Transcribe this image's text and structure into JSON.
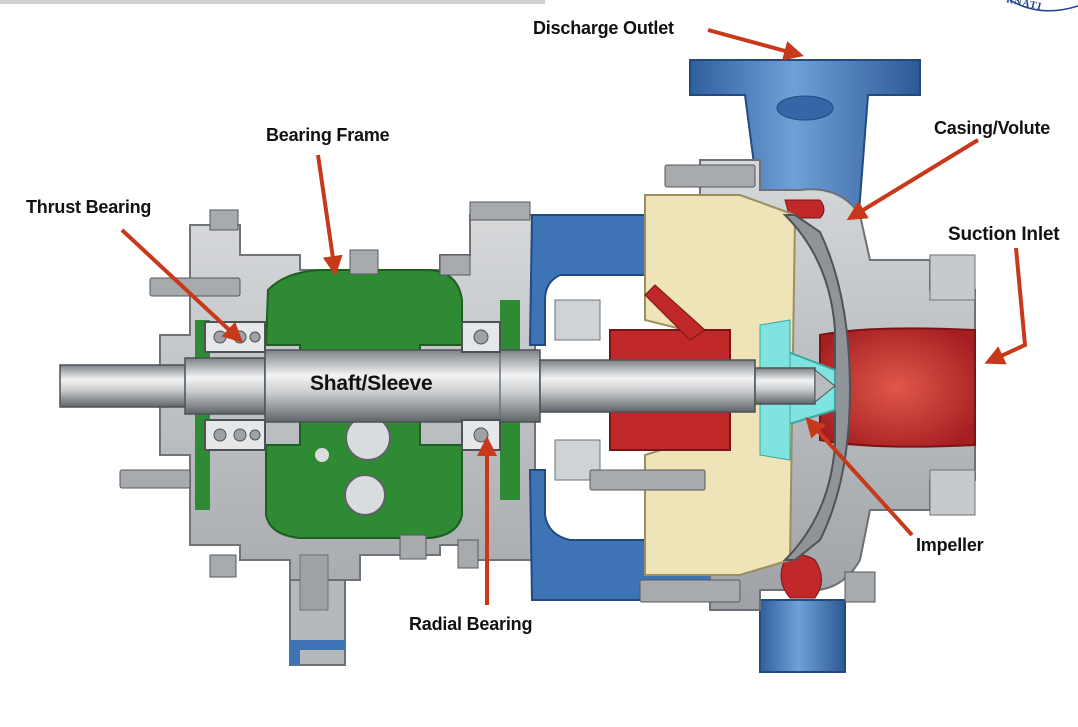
{
  "labels": {
    "discharge_outlet": "Discharge Outlet",
    "bearing_frame": "Bearing Frame",
    "casing_volute": "Casing/Volute",
    "thrust_bearing": "Thrust Bearing",
    "suction_inlet": "Suction Inlet",
    "shaft_sleeve": "Shaft/Sleeve",
    "impeller": "Impeller",
    "radial_bearing": "Radial Bearing"
  },
  "logo": {
    "text": "RNATI"
  },
  "colors": {
    "arrow": "#c8391c",
    "frame_green": "#2e8b34",
    "casing_blue": "#3e73b6",
    "impeller_red": "#c0282a",
    "cream": "#efe3b8",
    "cyan": "#7fe3e0",
    "steel": "#b9bcbf",
    "dark_steel": "#5c6166"
  }
}
